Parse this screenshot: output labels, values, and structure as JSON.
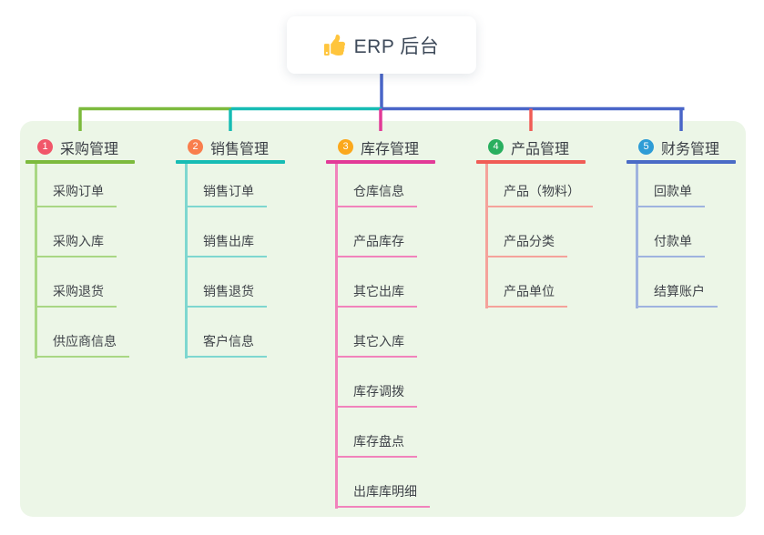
{
  "root": {
    "title": "ERP 后台",
    "icon": "thumbs-up-icon"
  },
  "theme": {
    "canvas_bg": "#FFFFFF",
    "panel_bg": "#ECF6E7",
    "root_connector_color": "#4965C8",
    "root_card_bg": "#FFFFFF",
    "root_text_color": "#3E4A5A"
  },
  "branches": [
    {
      "index": "1",
      "label": "采购管理",
      "badge_color": "#F1566A",
      "line_color": "#7CBA3D",
      "child_line_color": "#A9D784",
      "children": [
        "采购订单",
        "采购入库",
        "采购退货",
        "供应商信息"
      ]
    },
    {
      "index": "2",
      "label": "销售管理",
      "badge_color": "#F97E4D",
      "line_color": "#16BCB4",
      "child_line_color": "#7ED7D0",
      "children": [
        "销售订单",
        "销售出库",
        "销售退货",
        "客户信息"
      ]
    },
    {
      "index": "3",
      "label": "库存管理",
      "badge_color": "#FBA81C",
      "line_color": "#E23A97",
      "child_line_color": "#F183BC",
      "children": [
        "仓库信息",
        "产品库存",
        "其它出库",
        "其它入库",
        "库存调拨",
        "库存盘点",
        "出库库明细"
      ]
    },
    {
      "index": "4",
      "label": "产品管理",
      "badge_color": "#29AF5F",
      "line_color": "#F05C56",
      "child_line_color": "#F5A29B",
      "children": [
        "产品（物料）",
        "产品分类",
        "产品单位"
      ]
    },
    {
      "index": "5",
      "label": "财务管理",
      "badge_color": "#2E9CD6",
      "line_color": "#4A6BC6",
      "child_line_color": "#9FB3DF",
      "children": [
        "回款单",
        "付款单",
        "结算账户"
      ]
    }
  ]
}
